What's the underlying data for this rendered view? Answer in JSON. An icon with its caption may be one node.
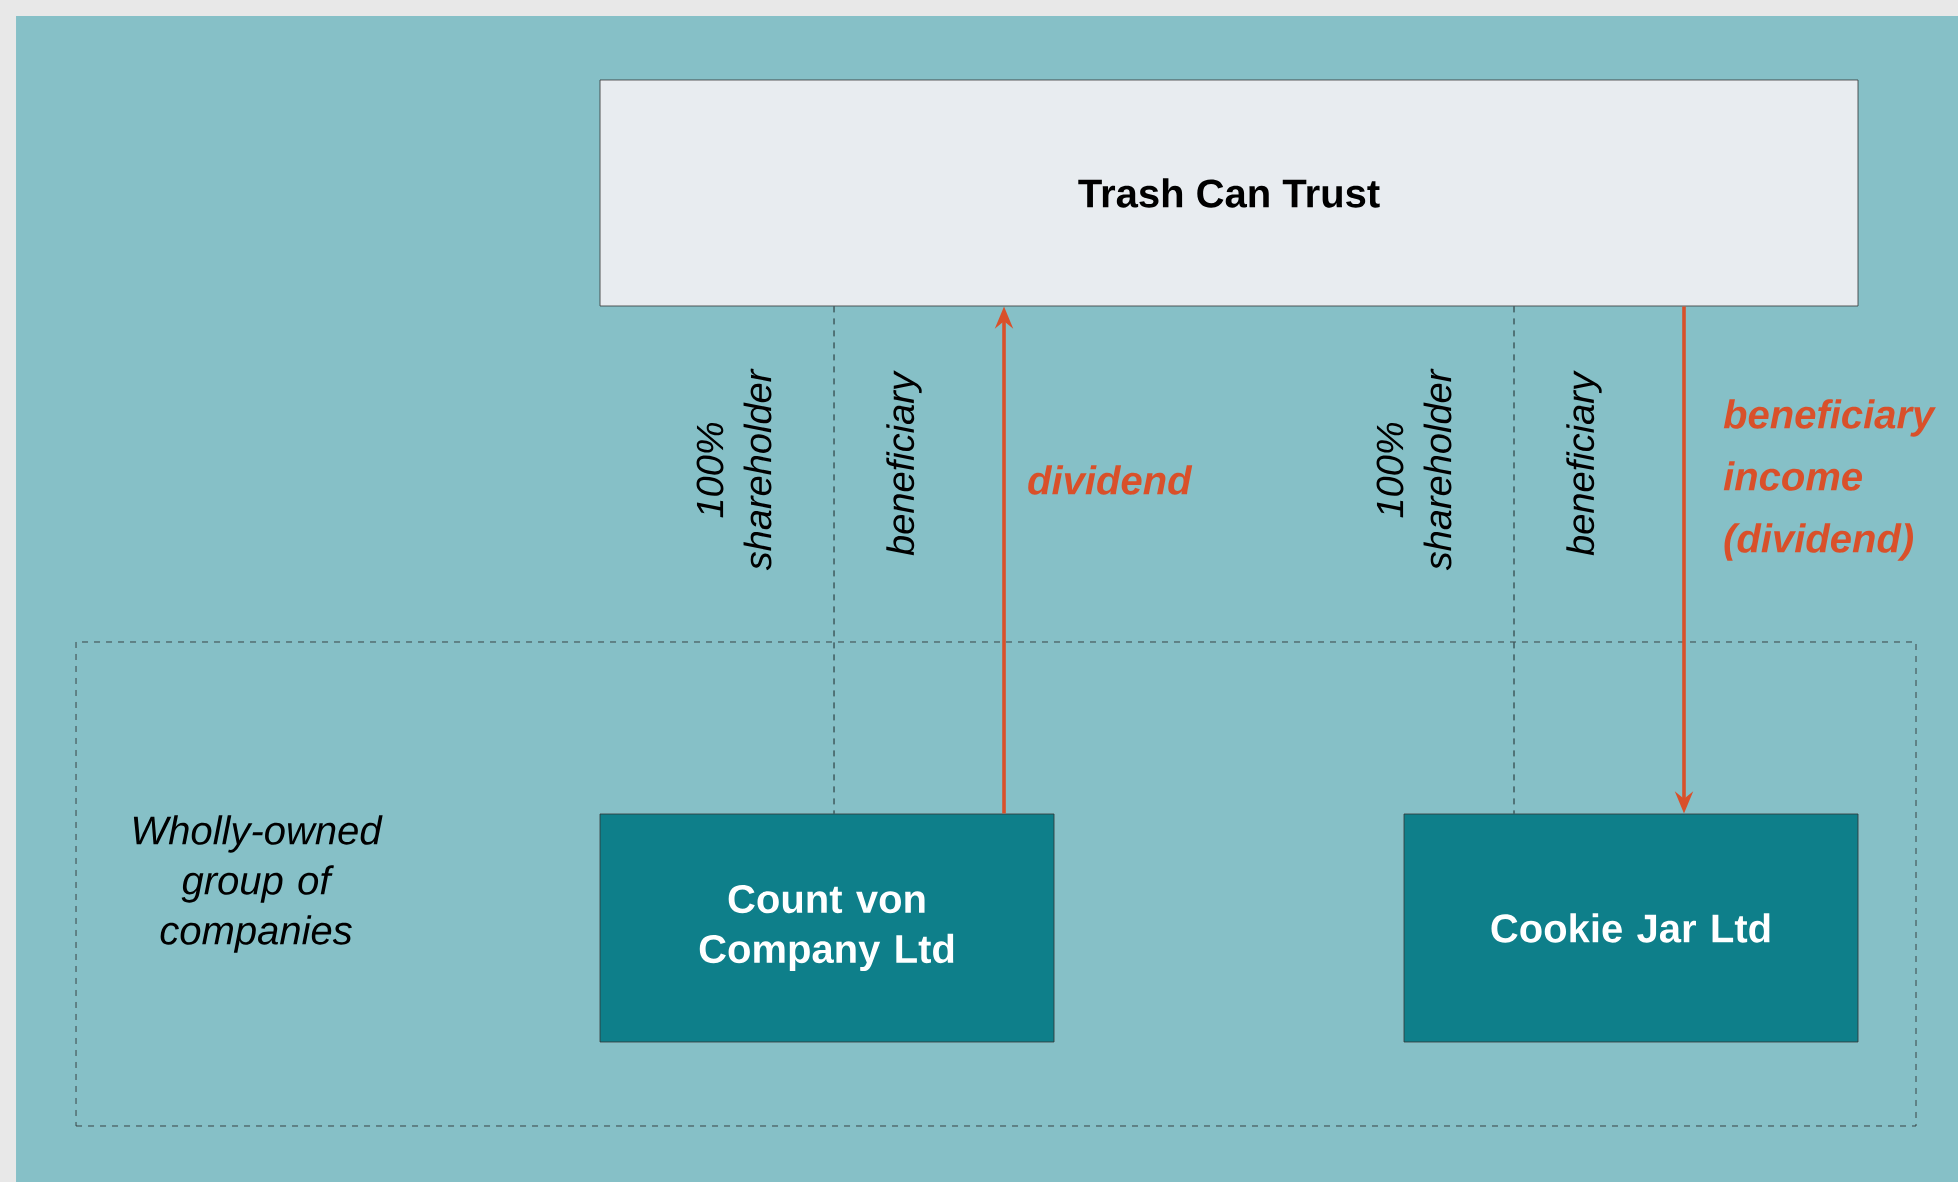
{
  "diagram": {
    "nodes": [
      {
        "text": [
          "Trash Can Trust"
        ]
      },
      {
        "text": [
          "Wholly-owned group of companies"
        ]
      },
      {
        "text": [
          "Count von Company Ltd"
        ],
        "in": 1
      },
      {
        "text": [
          "Cookie Jar Ltd"
        ],
        "in": 1
      }
    ],
    "edges": [
      {
        "from": 0,
        "to": 2,
        "arrow": "none",
        "style": "dashed",
        "label": "100% shareholder"
      },
      {
        "from": 2,
        "to": 0,
        "arrow": "to",
        "color": "#d9502a",
        "label": "dividend"
      },
      {
        "from": 0,
        "to": 3,
        "arrow": "none",
        "style": "dashed",
        "label": "100% shareholder"
      },
      {
        "from": 0,
        "to": 3,
        "arrow": "to",
        "color": "#d9502a",
        "label": "beneficiary income (dividend)"
      }
    ],
    "labels": [
      "beneficiary",
      "beneficiary"
    ]
  }
}
